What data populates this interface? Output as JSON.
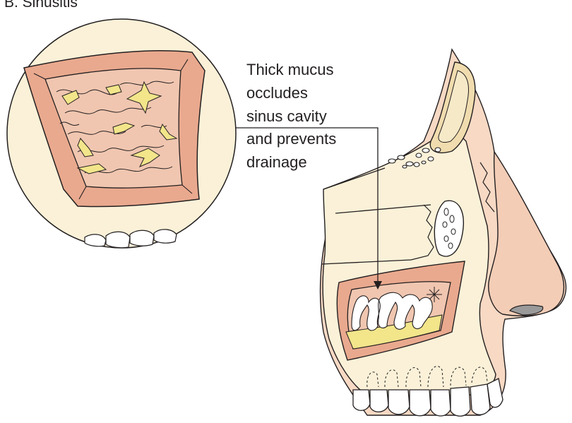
{
  "title": "B. Sinusitis",
  "callout": {
    "lines": [
      "Thick mucus",
      "occludes",
      "sinus cavity",
      "and prevents",
      "drainage"
    ]
  },
  "colors": {
    "skin": "#f7d9c4",
    "bone": "#fbf1d8",
    "sinus_wall": "#e9a98e",
    "sinus_inner": "#f0c6b0",
    "mucus": "#f2e58a",
    "outline": "#231f20",
    "circle_fill": "#fbf1d8"
  }
}
